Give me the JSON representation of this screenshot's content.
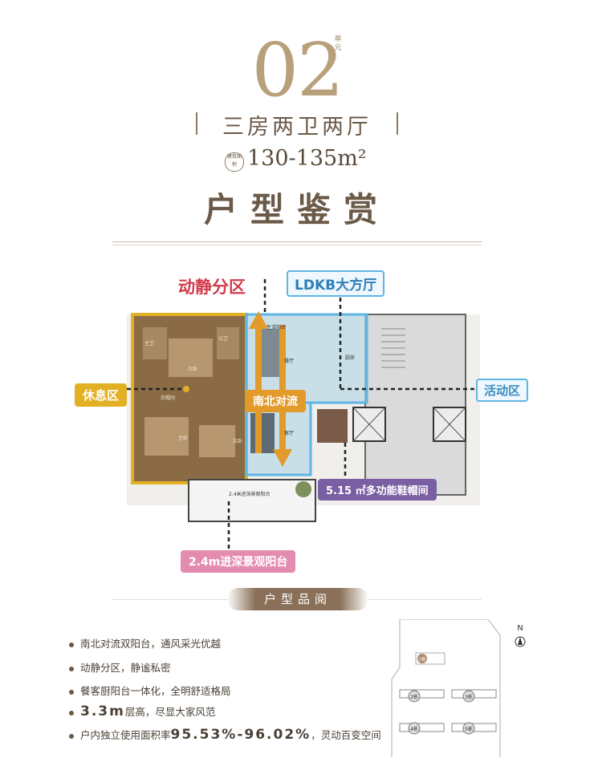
{
  "header": {
    "unit_number": "02",
    "unit_tag": "单元",
    "layout_type": "三房两卫两厅",
    "area_badge": "建筑面积",
    "area": "130-135m²",
    "page_title": "户型鉴赏"
  },
  "plan": {
    "zone_label": "动静分区",
    "ldkb_label": "LDKB大方厅",
    "rest_label": "休息区",
    "activity_label": "活动区",
    "flow_label": "南北对流",
    "storage_label": "5.15 ㎡多功能鞋帽间",
    "balcony_label": "2.4m进深景观阳台",
    "rooms": {
      "master_bath": "主卫",
      "public_bath": "公卫",
      "second_bed_top": "次卧",
      "cloak": "衣帽间",
      "master_bed": "主卧",
      "second_bed_bottom": "次卧",
      "service_balcony": "生活阳台",
      "dining": "餐厅",
      "kitchen": "厨房",
      "living": "客厅",
      "balcony_note": "2.4米进深景观阳台"
    },
    "colors": {
      "rest_zone": "#e2b022",
      "ldkb_zone": "#5fb5e3",
      "storage": "#7a5fa3",
      "balcony": "#e48bb0",
      "flow_arrow": "#e29a2a"
    }
  },
  "features": {
    "section_title": "户型品阅",
    "items": [
      {
        "text": "南北对流双阳台，通风采光优越"
      },
      {
        "text": "动静分区，静谧私密"
      },
      {
        "text": "餐客厨阳台一体化，全明舒适格局"
      },
      {
        "highlight": "3.3m",
        "text": "层高，尽显大家风范"
      },
      {
        "prefix": "户内独立使用面积率",
        "highlight": "95.53%-96.02%",
        "text": "，灵动百变空间"
      }
    ]
  },
  "site_map": {
    "north": "N",
    "buildings": [
      "1栋",
      "2栋",
      "3栋",
      "4栋",
      "5栋"
    ]
  }
}
